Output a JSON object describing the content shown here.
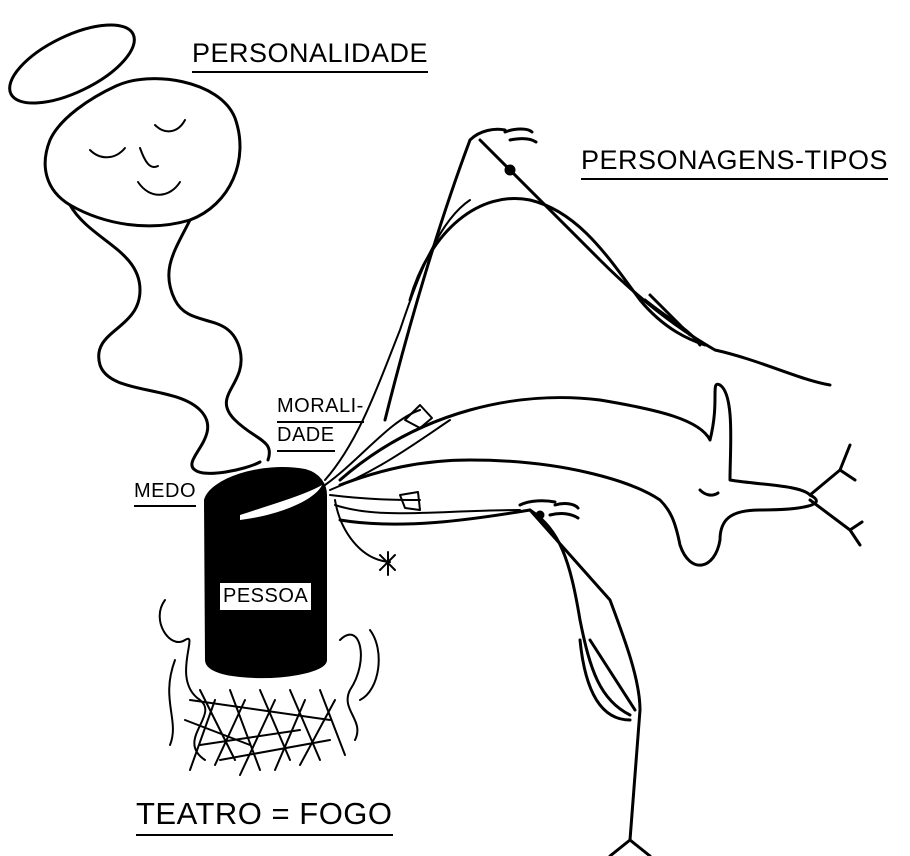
{
  "labels": {
    "personalidade": "PERSONALIDADE",
    "personagens_tipos": "PERSONAGENS-TIPOS",
    "moralidade_line1": "MORALI-",
    "moralidade_line2": "DADE",
    "medo": "MEDO",
    "pessoa": "PESSOA",
    "teatro_fogo": "TEATRO = FOGO"
  },
  "colors": {
    "ink": "#000000",
    "background": "#ffffff"
  },
  "icons": [
    "halo",
    "smiling-face",
    "candle-body",
    "flames",
    "bird-creatures"
  ]
}
